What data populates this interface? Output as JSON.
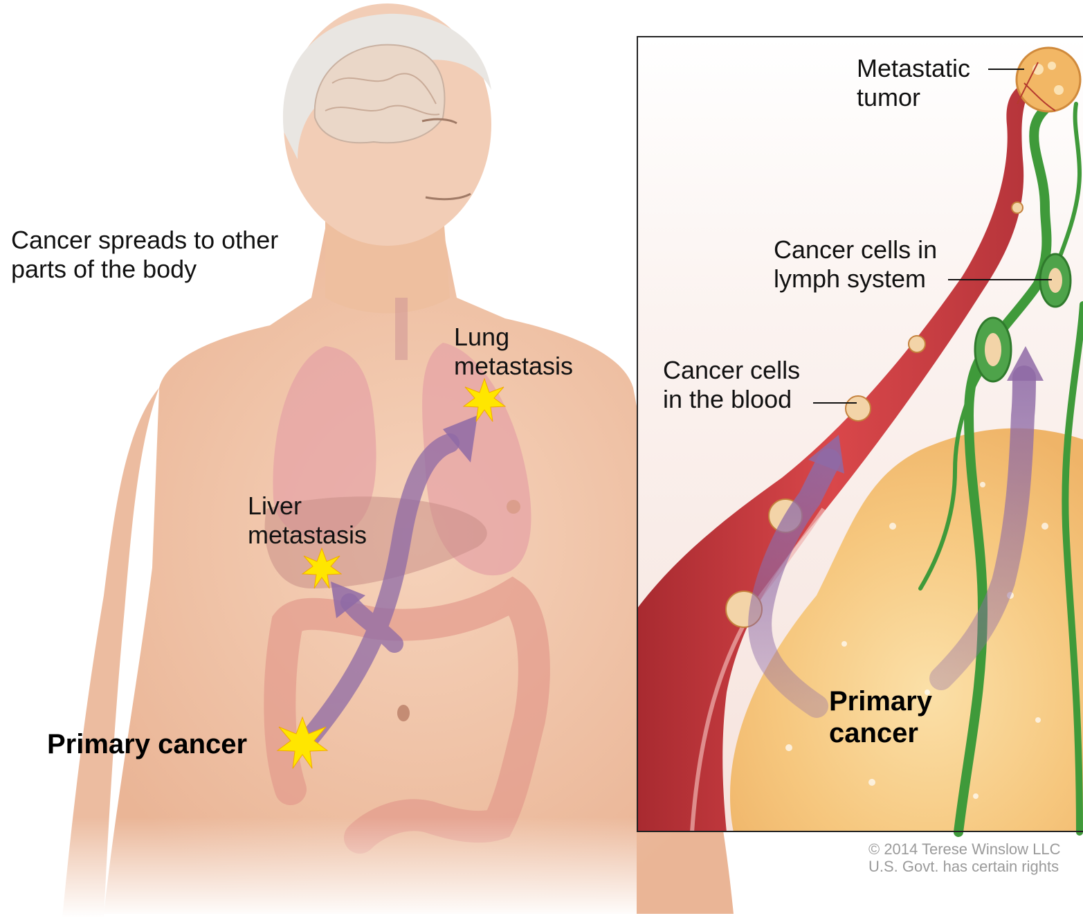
{
  "title": "Cancer spreads to other parts of the body",
  "title_lines": [
    "Cancer spreads to other",
    "parts of the body"
  ],
  "body_labels": {
    "lung": [
      "Lung",
      "metastasis"
    ],
    "liver": [
      "Liver",
      "metastasis"
    ],
    "primary": "Primary cancer"
  },
  "inset_labels": {
    "metastatic_tumor": [
      "Metastatic",
      "tumor"
    ],
    "lymph": [
      "Cancer cells in",
      "lymph system"
    ],
    "blood": [
      "Cancer cells",
      "in the blood"
    ],
    "primary": [
      "Primary",
      "cancer"
    ]
  },
  "copyright": [
    "© 2014 Terese Winslow LLC",
    "U.S. Govt. has certain rights"
  ],
  "colors": {
    "skin": "#f2c4a6",
    "organ": "#e9a7a4",
    "colon": "#e39a8c",
    "arrow": "#8e6aa6",
    "star": "#ffe600",
    "blood_vessel": "#c8393c",
    "lymph_vessel": "#3f9a3a",
    "tumor": "#f6c27a"
  },
  "icons": [
    "star-burst-icon",
    "arrow-icon"
  ]
}
